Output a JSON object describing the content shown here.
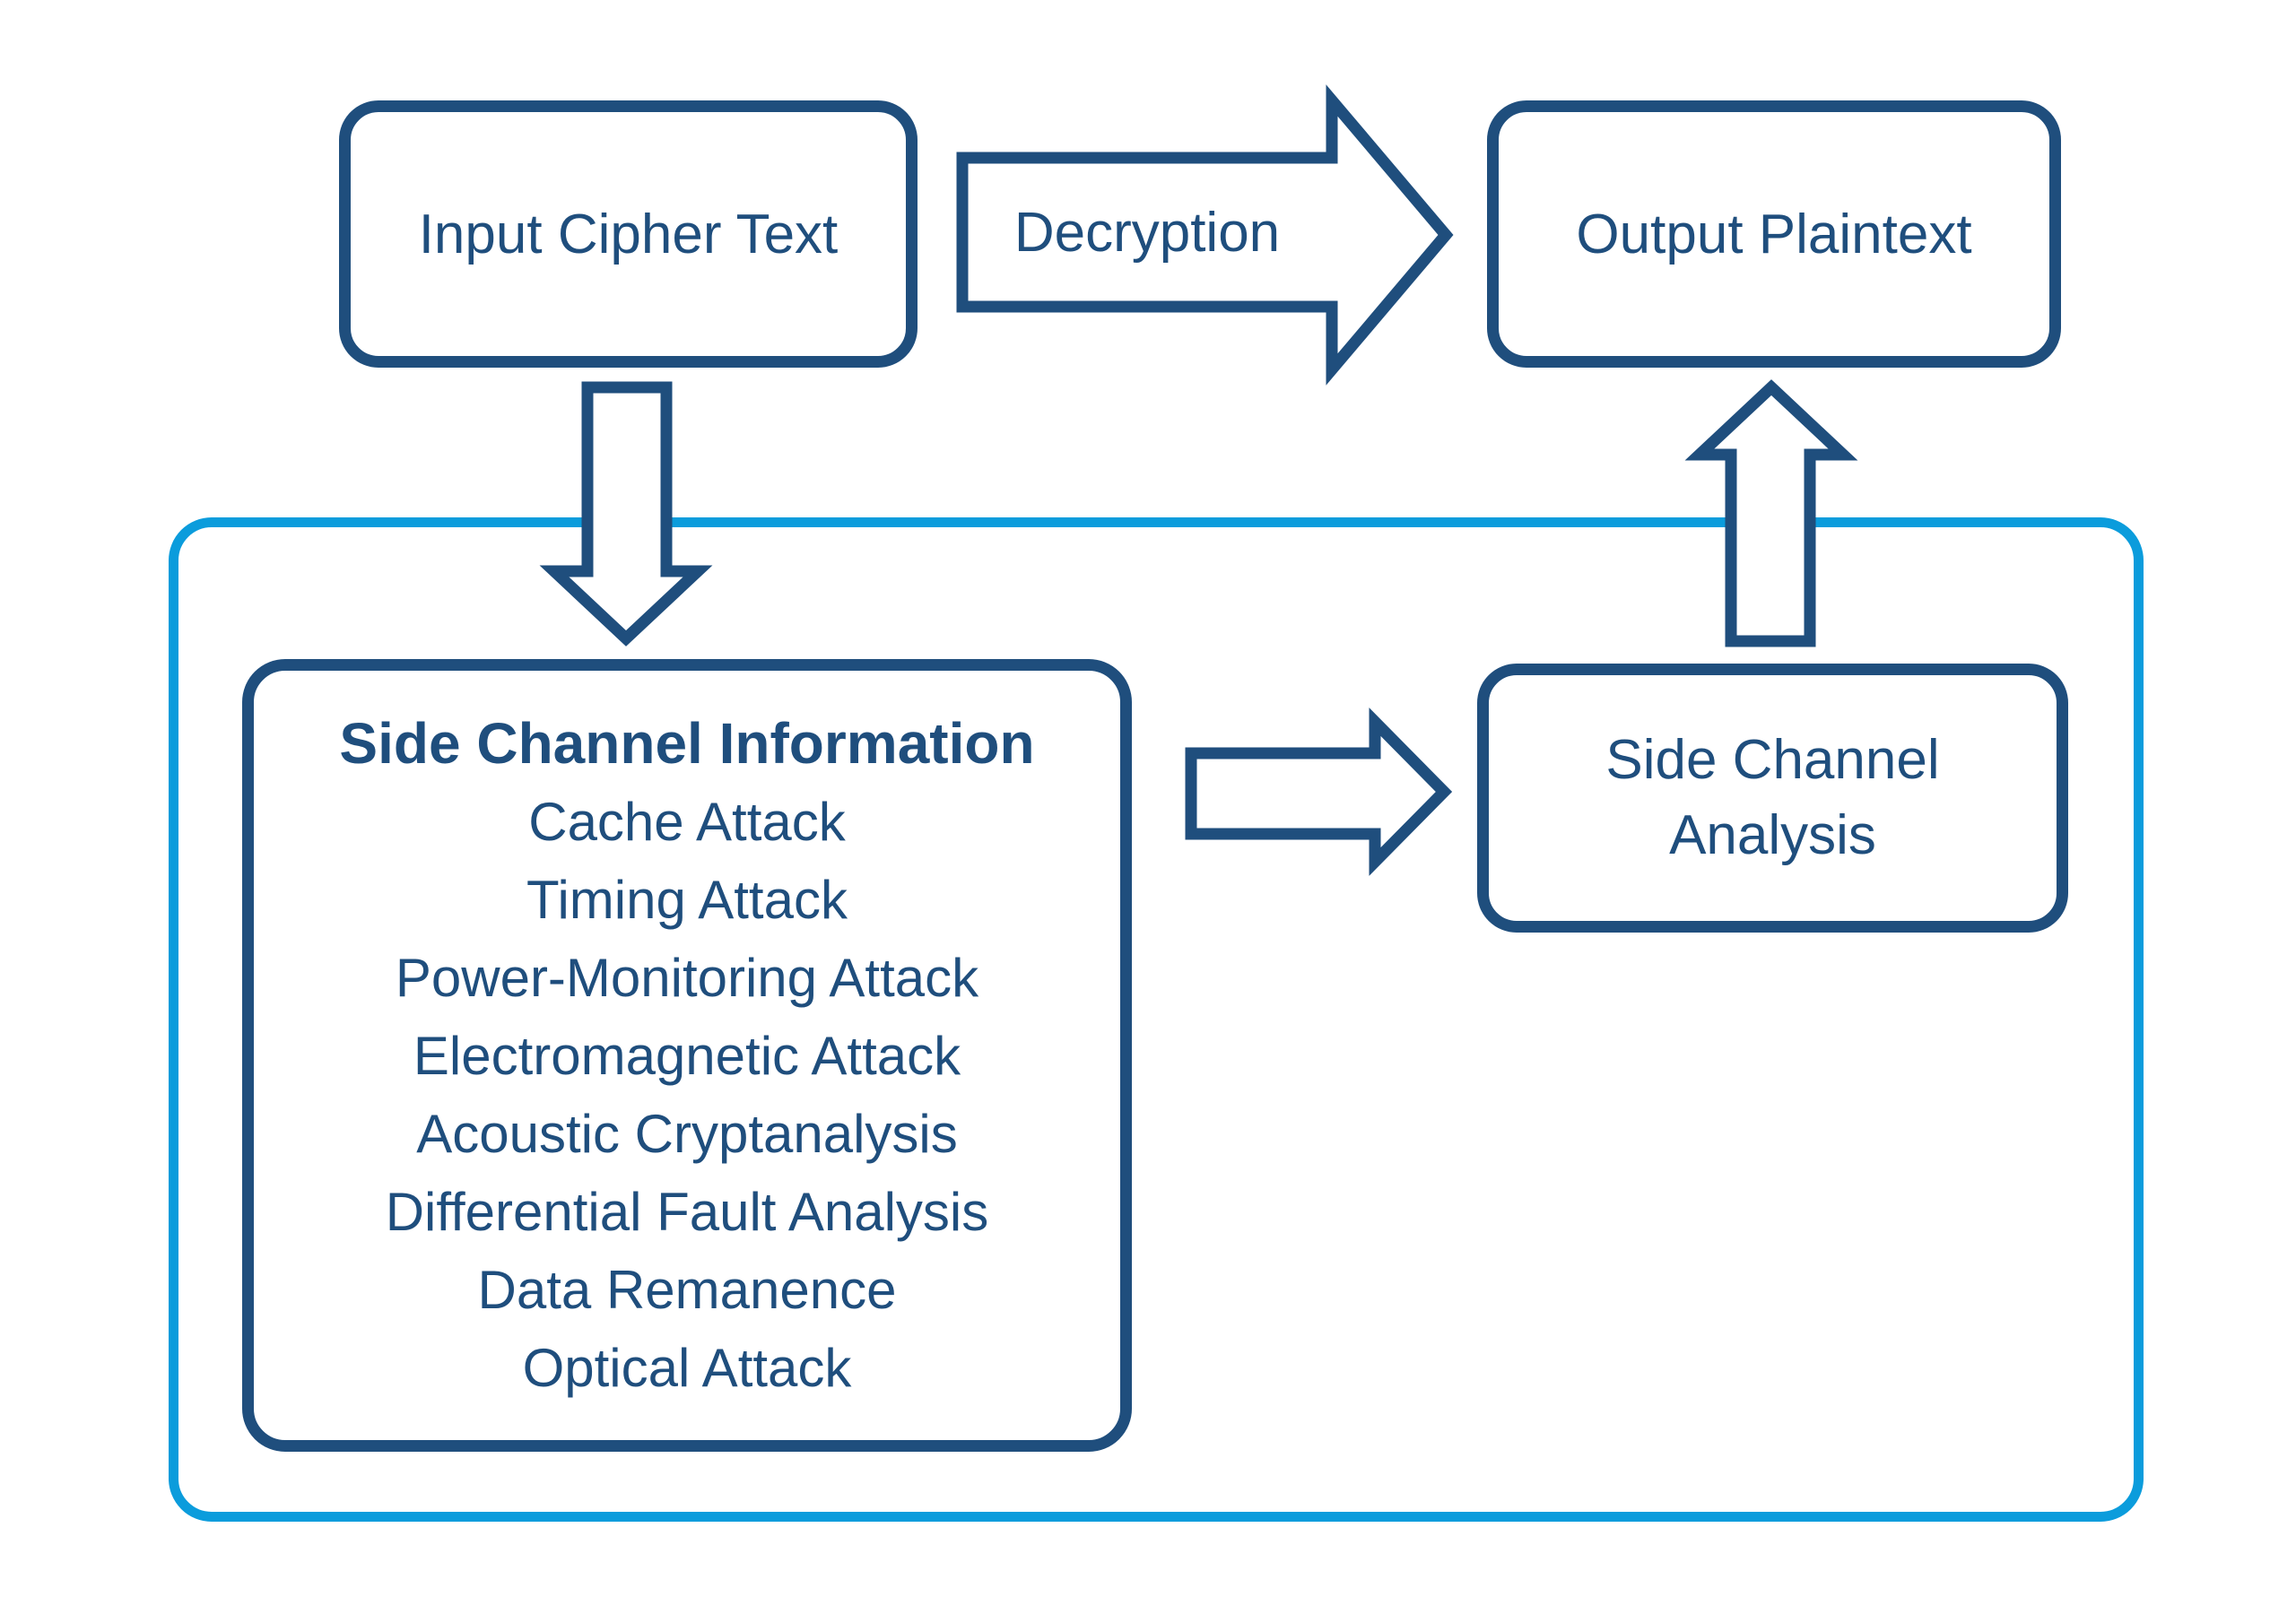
{
  "colors": {
    "navy": "#1F4E7D",
    "cyan": "#0B9CDC",
    "background": "#FFFFFF"
  },
  "top_row": {
    "input_label": "Input Cipher Text",
    "decryption_label": "Decryption",
    "output_label": "Output Plaintext"
  },
  "container": {
    "info_box": {
      "title": "Side Channel Information",
      "items": [
        "Cache Attack",
        "Timing Attack",
        "Power-Monitoring Attack",
        "Electromagnetic Attack",
        "Acoustic Cryptanalysis",
        "Differential Fault Analysis",
        "Data Remanence",
        "Optical Attack"
      ]
    },
    "analysis_box": {
      "line1": "Side Channel",
      "line2": "Analysis"
    }
  }
}
